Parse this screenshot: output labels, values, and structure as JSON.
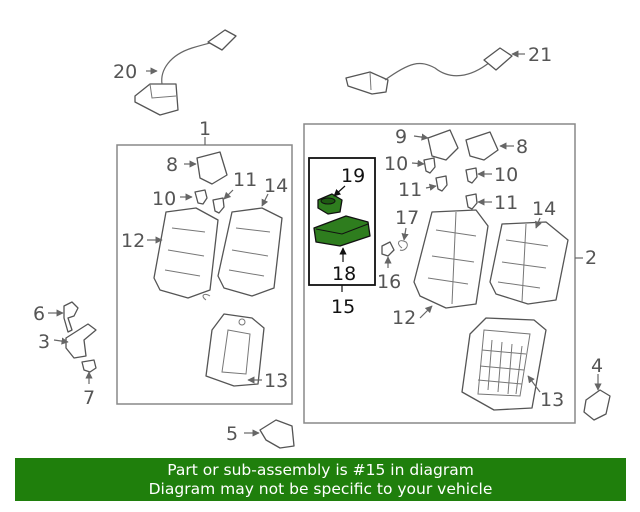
{
  "diagram": {
    "callouts": {
      "c1": "1",
      "c2": "2",
      "c3": "3",
      "c4": "4",
      "c5": "5",
      "c6": "6",
      "c7": "7",
      "c8a": "8",
      "c8b": "8",
      "c9": "9",
      "c10a": "10",
      "c10b": "10",
      "c10c": "10",
      "c11a": "11",
      "c11b": "11",
      "c11c": "11",
      "c12a": "12",
      "c12b": "12",
      "c13a": "13",
      "c13b": "13",
      "c14a": "14",
      "c14b": "14",
      "c15": "15",
      "c16": "16",
      "c17": "17",
      "c18": "18",
      "c19": "19",
      "c20": "20",
      "c21": "21"
    },
    "highlight_color": "#2e7d1e",
    "banner_color": "#1f7f0c"
  },
  "banner": {
    "line1": "Part or sub-assembly is #15 in diagram",
    "line2": "Diagram may not be specific to your vehicle"
  }
}
